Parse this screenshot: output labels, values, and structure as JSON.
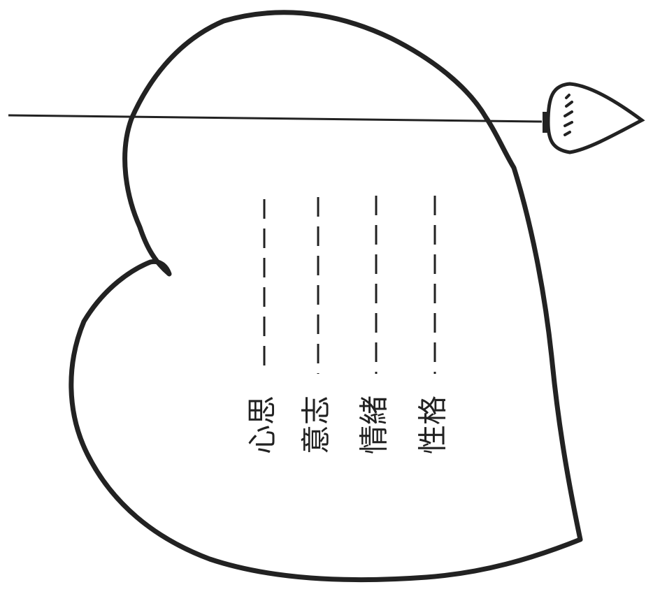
{
  "figure": {
    "type": "heart-with-arrow-worksheet",
    "ink_color": "#222222",
    "background_color": "#ffffff",
    "labels": [
      {
        "text": "心思"
      },
      {
        "text": "意志"
      },
      {
        "text": "情緒"
      },
      {
        "text": "性格"
      }
    ]
  }
}
